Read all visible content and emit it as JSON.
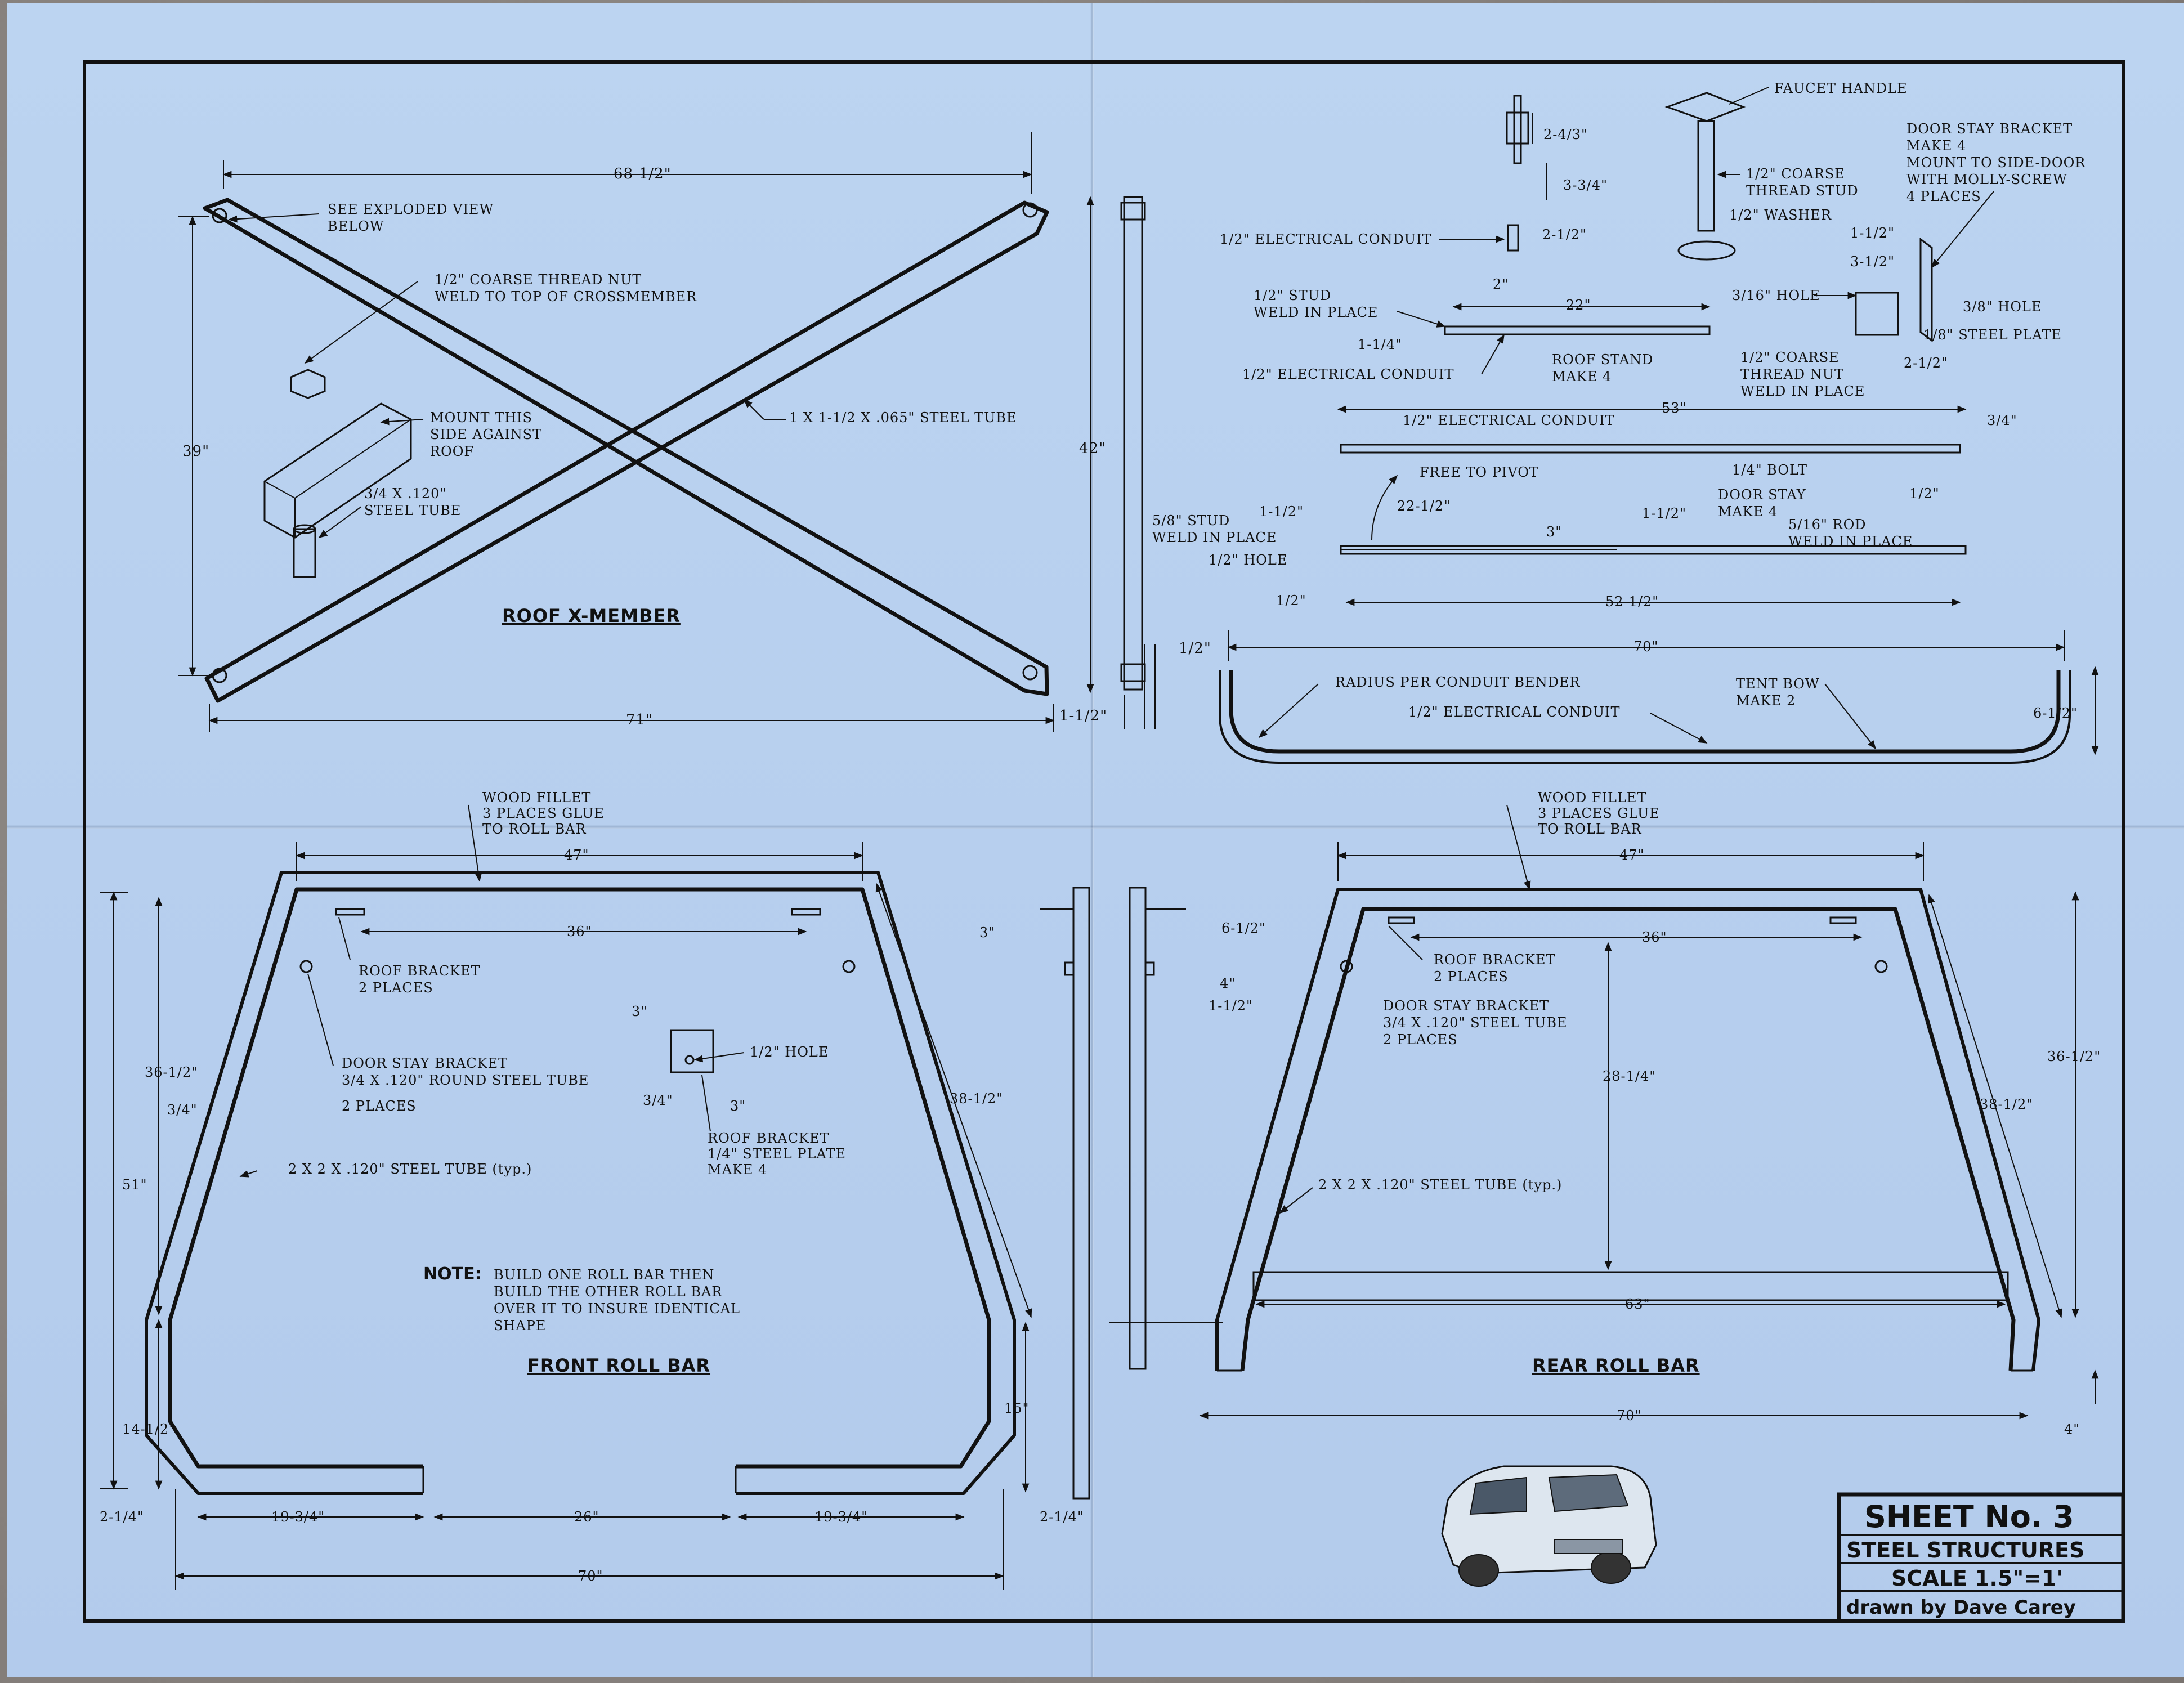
{
  "roof": {
    "title": "ROOF X-MEMBER",
    "dim_top": "68-1/2\"",
    "dim_left": "39\"",
    "dim_bottom": "71\"",
    "dim_side": "42\"",
    "dim_side_b1": "1/2\"",
    "dim_side_b2": "1-1/2\"",
    "exploded_1": "SEE EXPLODED VIEW",
    "exploded_2": "BELOW",
    "nut_1": "1/2\" COARSE THREAD NUT",
    "nut_2": "WELD TO TOP OF CROSSMEMBER",
    "mount_1": "MOUNT THIS",
    "mount_2": "SIDE AGAINST",
    "mount_3": "ROOF",
    "tube_1": "3/4 X .120\"",
    "tube_2": "STEEL TUBE",
    "main_tube": "1 X 1-1/2 X .065\" STEEL TUBE"
  },
  "parts": {
    "faucet": "FAUCET HANDLE",
    "d_243": "2-4/3\"",
    "d_334": "3-3/4\"",
    "d_212": "2-1/2\"",
    "d_2": "2\"",
    "conduit_top": "1/2\" ELECTRICAL CONDUIT",
    "coarse_1": "1/2\" COARSE",
    "coarse_2": "THREAD STUD",
    "washer": "1/2\" WASHER",
    "dsb_1": "DOOR STAY BRACKET",
    "dsb_2": "MAKE 4",
    "dsb_3": "MOUNT TO SIDE-DOOR",
    "dsb_4": "WITH MOLLY-SCREW",
    "dsb_5": "4 PLACES",
    "dsb_d112": "1-1/2\"",
    "dsb_d312": "3-1/2\"",
    "hole_316": "3/16\" HOLE",
    "hole_38": "3/8\" HOLE",
    "plate_18": "1/8\" STEEL PLATE",
    "dsb_d212": "2-1/2\"",
    "stud_1": "1/2\" STUD",
    "stud_2": "WELD IN PLACE",
    "d_22": "22\"",
    "d_114": "1-1/4\"",
    "conduit_rs": "1/2\" ELECTRICAL CONDUIT",
    "rs_1": "ROOF STAND",
    "rs_2": "MAKE 4",
    "ctn_1": "1/2\" COARSE",
    "ctn_2": "THREAD NUT",
    "ctn_3": "WELD IN PLACE",
    "d_53": "53\"",
    "conduit_ds": "1/2\" ELECTRICAL CONDUIT",
    "d_34": "3/4\"",
    "bolt": "1/4\" BOLT",
    "pivot": "FREE TO PIVOT",
    "d_12r": "1/2\"",
    "ds_1": "DOOR STAY",
    "ds_2": "MAKE 4",
    "d_112a": "1-1/2\"",
    "d_2212": "22-1/2\"",
    "d_3": "3\"",
    "d_112b": "1-1/2\"",
    "s58_1": "5/8\" STUD",
    "s58_2": "WELD IN PLACE",
    "hole_12": "1/2\" HOLE",
    "rod_1": "5/16\" ROD",
    "rod_2": "WELD IN PLACE",
    "d_12b": "1/2\"",
    "d_5212": "52-1/2\"",
    "d_70": "70\"",
    "radius": "RADIUS PER CONDUIT BENDER",
    "tb_1": "TENT BOW",
    "tb_2": "MAKE 2",
    "conduit_tb": "1/2\" ELECTRICAL CONDUIT",
    "d_612": "6-1/2\""
  },
  "front": {
    "title": "FRONT ROLL BAR",
    "fillet_1": "WOOD FILLET",
    "fillet_2": "3 PLACES GLUE",
    "fillet_3": "TO ROLL BAR",
    "d_47": "47\"",
    "d_36": "36\"",
    "rb_1": "ROOF BRACKET",
    "rb_2": "2 PLACES",
    "dsb_1": "DOOR STAY BRACKET",
    "dsb_2": "3/4 X .120\" ROUND STEEL TUBE",
    "dsb_3": "2 PLACES",
    "d_3612": "36-1/2\"",
    "d_34": "3/4\"",
    "d_51": "51\"",
    "d_3812": "38-1/2\"",
    "tube": "2 X 2 X .120\" STEEL TUBE (typ.)",
    "note_label": "NOTE:",
    "note_1": "BUILD ONE ROLL BAR THEN",
    "note_2": "BUILD THE OTHER ROLL BAR",
    "note_3": "OVER IT TO INSURE IDENTICAL",
    "note_4": "SHAPE",
    "d_1412": "14-1/2\"",
    "d_15": "15\"",
    "d_214a": "2-1/4\"",
    "d_1934a": "19-3/4\"",
    "d_26": "26\"",
    "d_1934b": "19-3/4\"",
    "d_214b": "2-1/4\"",
    "d_70": "70\""
  },
  "bracket": {
    "d_3a": "3\"",
    "hole": "1/2\" HOLE",
    "d_34": "3/4\"",
    "d_3b": "3\"",
    "rb_1": "ROOF BRACKET",
    "rb_2": "1/4\" STEEL PLATE",
    "rb_3": "MAKE 4"
  },
  "side": {
    "d_3": "3\"",
    "d_612": "6-1/2\"",
    "d_4": "4\"",
    "d_112": "1-1/2\""
  },
  "rear": {
    "title": "REAR ROLL BAR",
    "fillet_1": "WOOD FILLET",
    "fillet_2": "3 PLACES GLUE",
    "fillet_3": "TO ROLL BAR",
    "d_47": "47\"",
    "d_36": "36\"",
    "rb_1": "ROOF BRACKET",
    "rb_2": "2 PLACES",
    "dsb_1": "DOOR STAY BRACKET",
    "dsb_2": "3/4 X .120\" STEEL TUBE",
    "dsb_3": "2 PLACES",
    "d_2814": "28-1/4\"",
    "d_3612": "36-1/2\"",
    "d_3812": "38-1/2\"",
    "tube": "2 X 2 X .120\" STEEL TUBE (typ.)",
    "d_63": "63\"",
    "d_70": "70\"",
    "d_4": "4\""
  },
  "titleblock": {
    "sheet": "SHEET No. 3",
    "subject": "STEEL STRUCTURES",
    "scale": "SCALE 1.5\"=1'",
    "author": "drawn by Dave Carey"
  }
}
